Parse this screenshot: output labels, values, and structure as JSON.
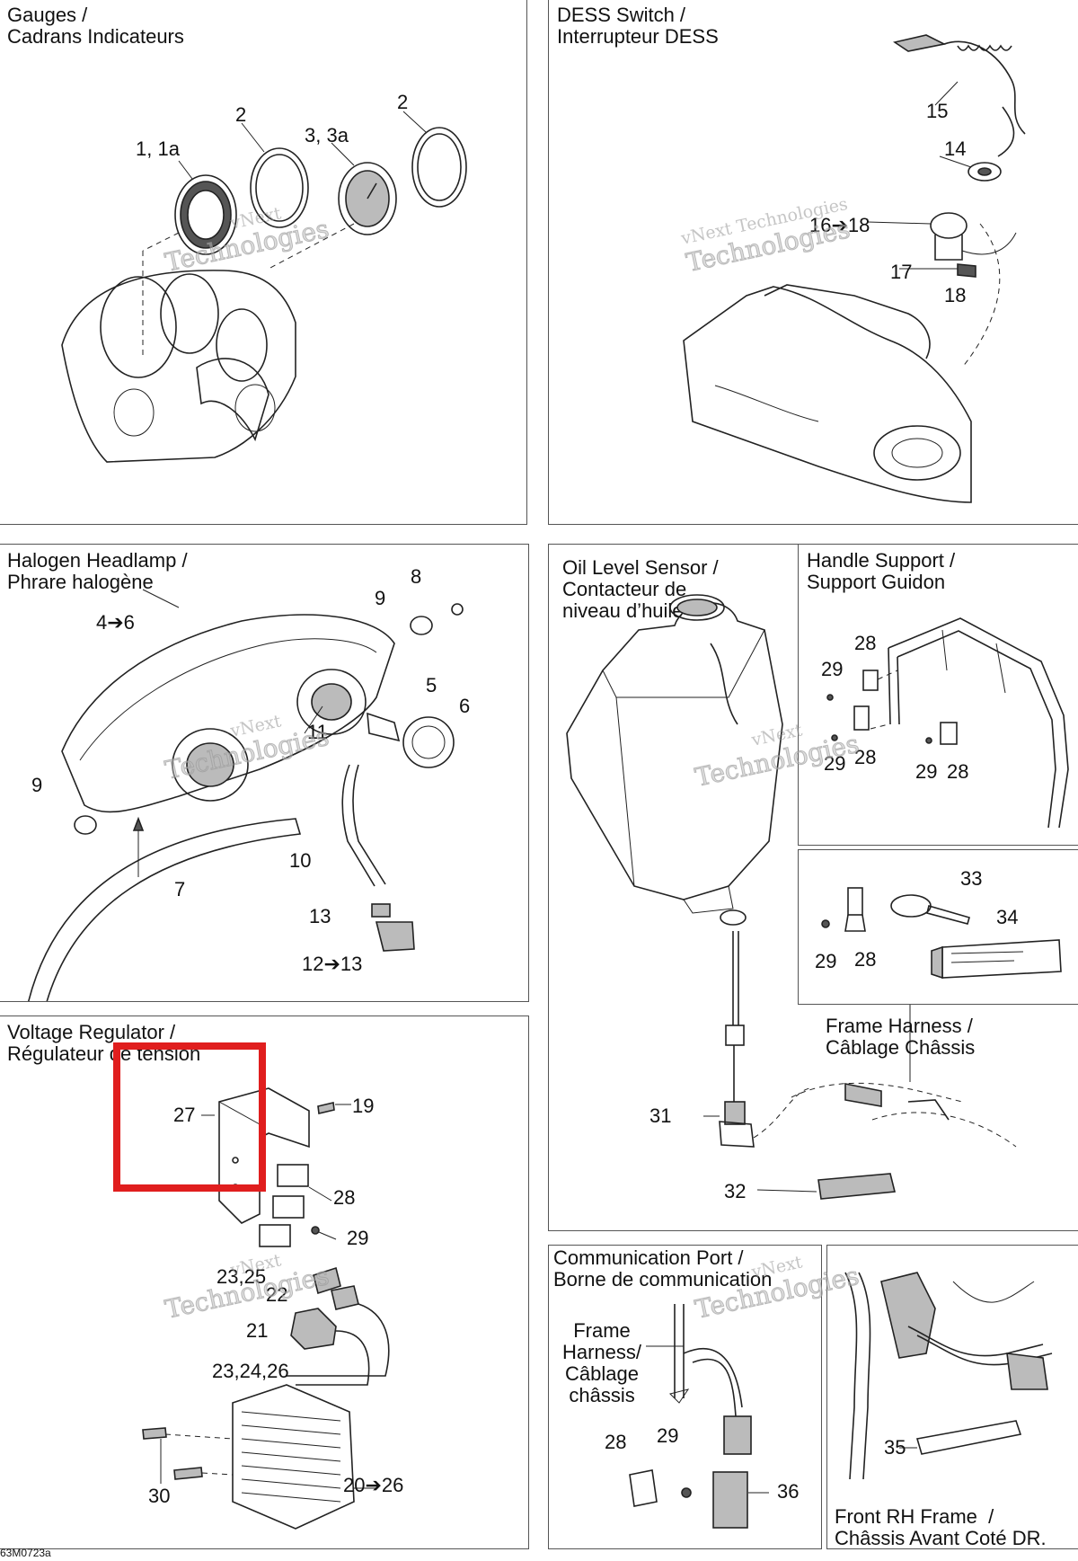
{
  "panels": {
    "gauges": {
      "title": "Gauges /\nCadrans Indicateurs",
      "callouts": [
        "1, 1a",
        "2",
        "3, 3a",
        "2"
      ]
    },
    "dess": {
      "title": "DESS Switch /\nInterrupteur DESS",
      "callouts": [
        "15",
        "14",
        "16➔18",
        "17",
        "18"
      ]
    },
    "headlamp": {
      "title": "Halogen Headlamp /\nPhrare halogène",
      "callouts": [
        "8",
        "9",
        "4➔6",
        "5",
        "6",
        "11",
        "9",
        "10",
        "7",
        "13",
        "12➔13"
      ]
    },
    "oil": {
      "title": "Oil Level Sensor /\nContacteur de\nniveau d’huile",
      "callouts": [
        "31",
        "32"
      ]
    },
    "handle": {
      "title": "Handle Support /\nSupport Guidon",
      "callouts": [
        "28",
        "29",
        "29",
        "28",
        "29",
        "28"
      ]
    },
    "kit": {
      "callouts": [
        "33",
        "34",
        "29",
        "28"
      ]
    },
    "frame_harness": {
      "title": "Frame Harness /\nCâblage Châssis"
    },
    "voltage": {
      "title": "Voltage Regulator /\nRégulateur de tension",
      "callouts": [
        "27",
        "19",
        "28",
        "29",
        "23,25",
        "22",
        "21",
        "23,24,26",
        "30",
        "20➔26"
      ]
    },
    "comm": {
      "title": "Communication Port /\nBorne de communication",
      "frame_label": "Frame\nHarness/\nCâblage\nchâssis",
      "callouts": [
        "28",
        "29",
        "36"
      ]
    },
    "front_rh": {
      "title": "Front RH Frame  /\nChâssis Avant Coté DR.",
      "callouts": [
        "35"
      ]
    }
  },
  "watermark": {
    "line1": "vNext",
    "line2": "Technologies",
    "combined": "vNext Technologies"
  },
  "figure_code": "63M0723a",
  "colors": {
    "highlight": "#e01e1e",
    "border": "#555555"
  }
}
